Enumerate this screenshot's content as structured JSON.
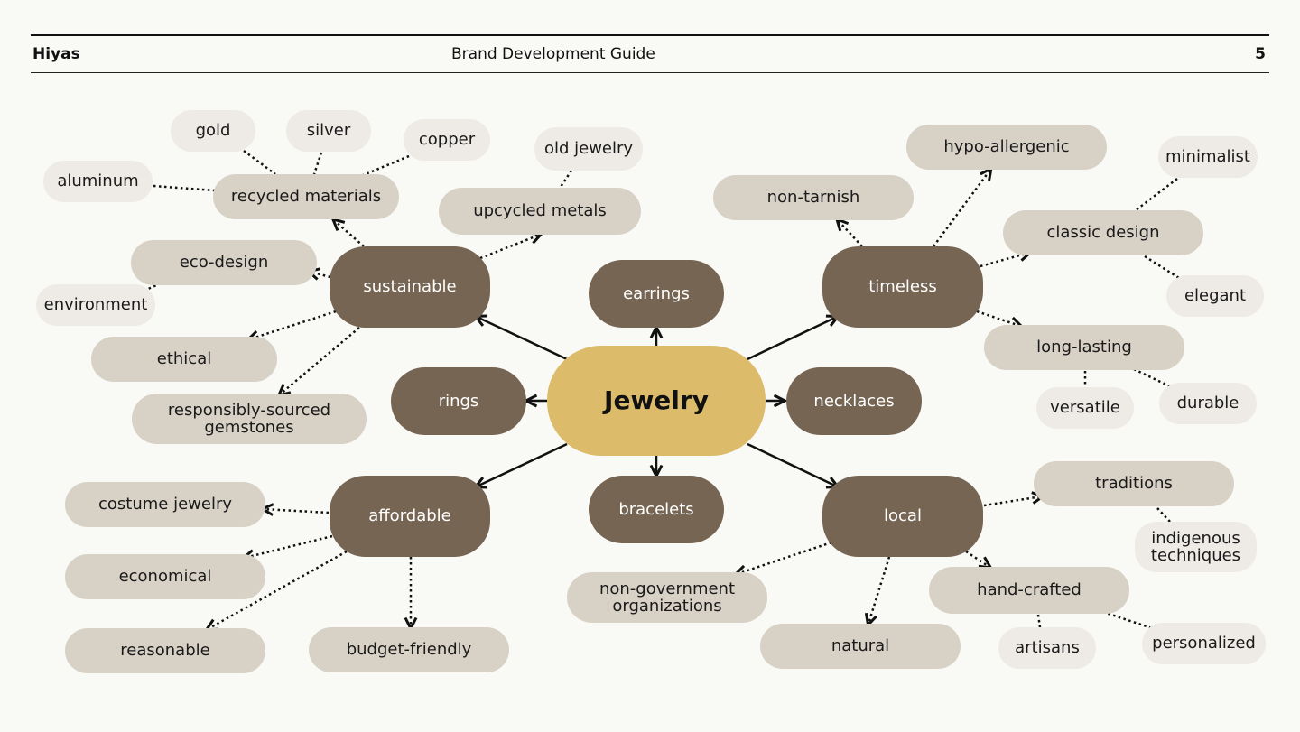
{
  "header": {
    "brand": "Hiyas",
    "title": "Brand Development Guide",
    "page_number": "5"
  },
  "colors": {
    "center": "#dcbc6b",
    "category": "#766553",
    "subtopic": "#d8d1c6",
    "leaf": "#eeebe6",
    "background": "#f9f9f6"
  },
  "mindmap": {
    "center": "Jewelry",
    "categories": {
      "sustainable": "sustainable",
      "earrings": "earrings",
      "timeless": "timeless",
      "rings": "rings",
      "necklaces": "necklaces",
      "affordable": "affordable",
      "bracelets": "bracelets",
      "local": "local"
    },
    "subtopics": {
      "recycled_materials": "recycled materials",
      "upcycled_metals": "upcycled metals",
      "eco_design": "eco-design",
      "ethical": "ethical",
      "responsibly_sourced": "responsibly-sourced gemstones",
      "non_tarnish": "non-tarnish",
      "hypo_allergenic": "hypo-allergenic",
      "classic_design": "classic design",
      "long_lasting": "long-lasting",
      "costume_jewelry": "costume jewelry",
      "economical": "economical",
      "reasonable": "reasonable",
      "budget_friendly": "budget-friendly",
      "traditions": "traditions",
      "hand_crafted": "hand-crafted",
      "non_government": "non-government organizations",
      "natural": "natural"
    },
    "leaves": {
      "gold": "gold",
      "silver": "silver",
      "copper": "copper",
      "aluminum": "aluminum",
      "old_jewelry": "old jewelry",
      "environment": "environment",
      "minimalist": "minimalist",
      "elegant": "elegant",
      "versatile": "versatile",
      "durable": "durable",
      "indigenous_techniques": "indigenous techniques",
      "artisans": "artisans",
      "personalized": "personalized"
    }
  }
}
